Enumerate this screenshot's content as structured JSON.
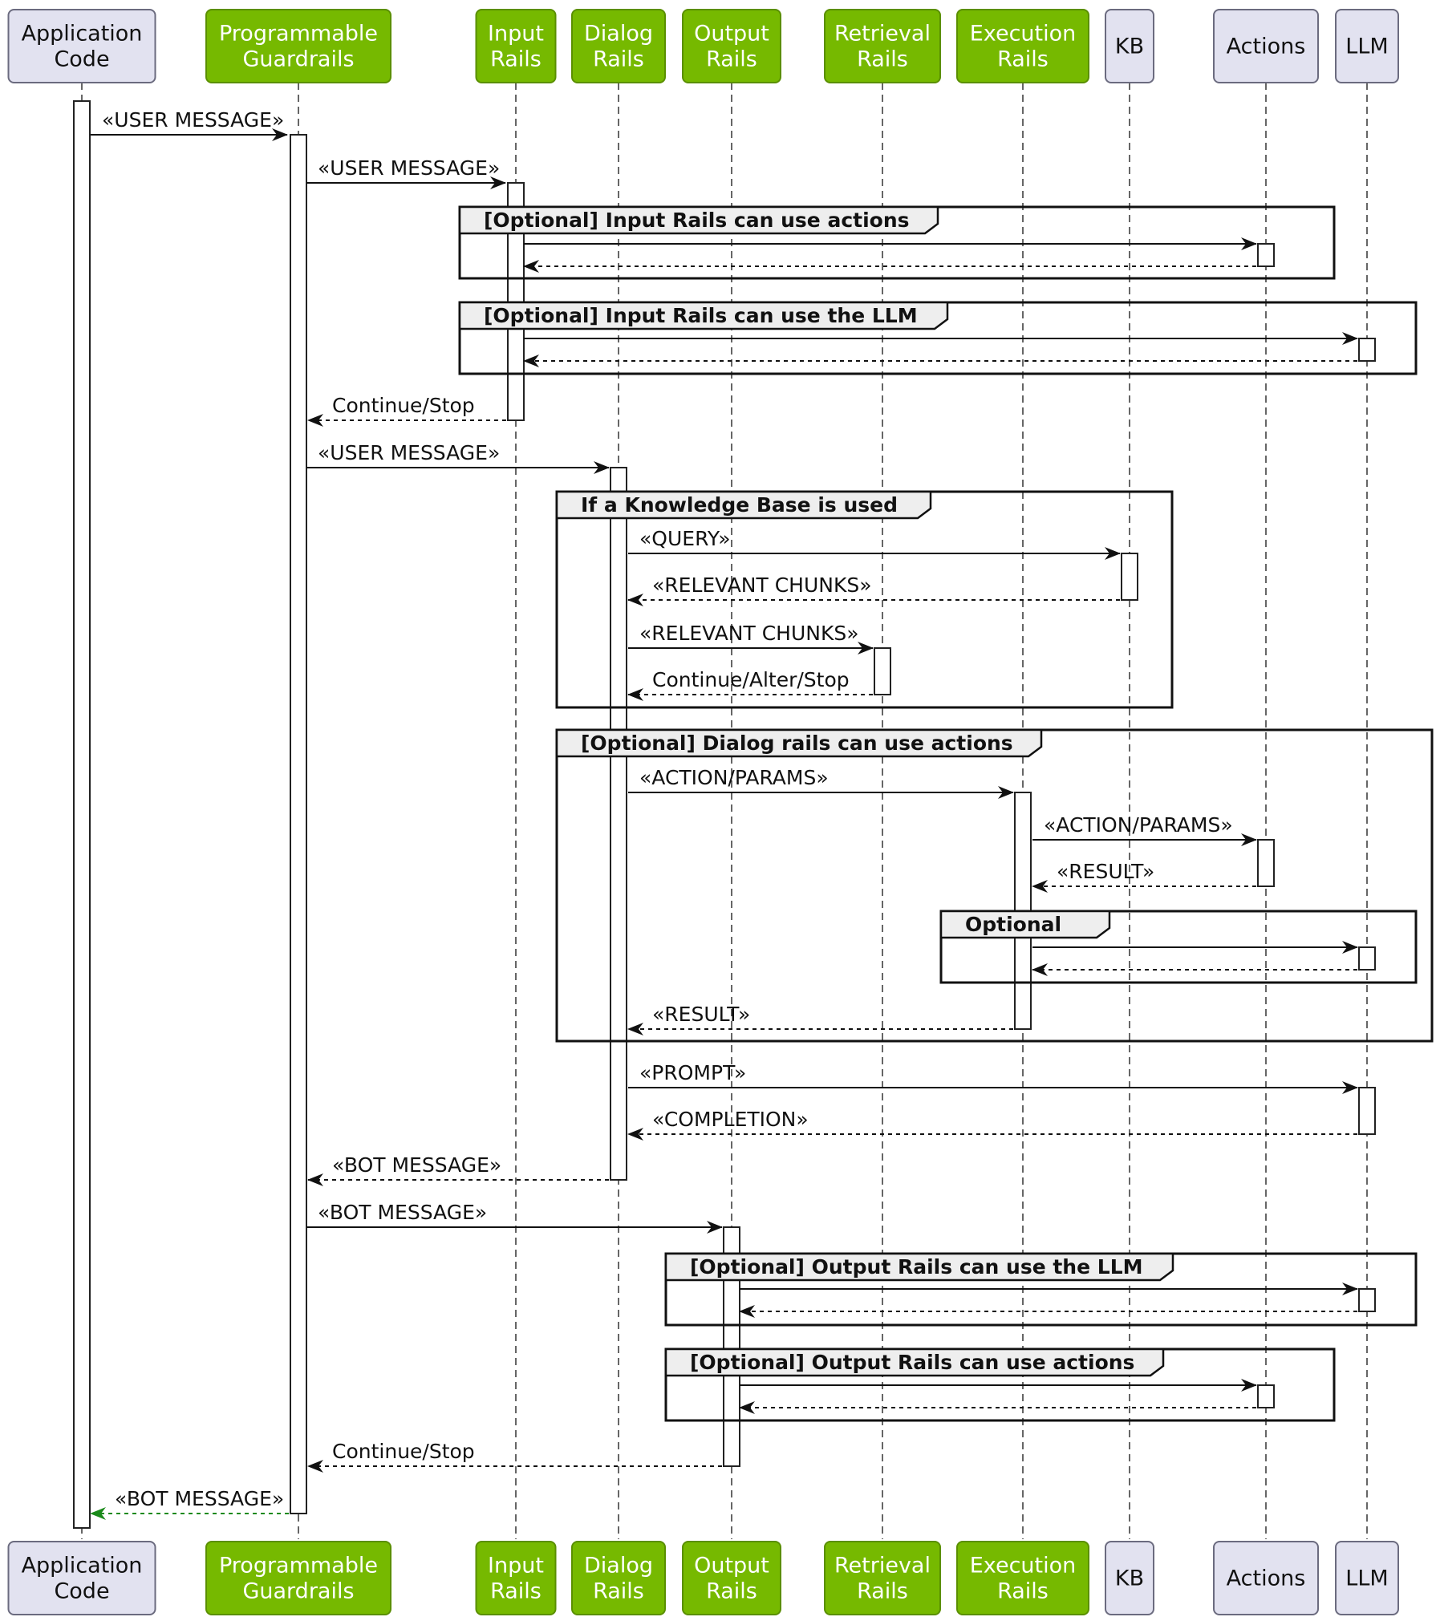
{
  "participants": [
    {
      "id": "app",
      "lines": [
        "Application",
        "Code"
      ],
      "style": "default"
    },
    {
      "id": "pg",
      "lines": [
        "Programmable",
        "Guardrails"
      ],
      "style": "green"
    },
    {
      "id": "input",
      "lines": [
        "Input",
        "Rails"
      ],
      "style": "green"
    },
    {
      "id": "dialog",
      "lines": [
        "Dialog",
        "Rails"
      ],
      "style": "green"
    },
    {
      "id": "output",
      "lines": [
        "Output",
        "Rails"
      ],
      "style": "green"
    },
    {
      "id": "retrieval",
      "lines": [
        "Retrieval",
        "Rails"
      ],
      "style": "green"
    },
    {
      "id": "execution",
      "lines": [
        "Execution",
        "Rails"
      ],
      "style": "green"
    },
    {
      "id": "kb",
      "lines": [
        "KB"
      ],
      "style": "default"
    },
    {
      "id": "actions",
      "lines": [
        "Actions"
      ],
      "style": "default"
    },
    {
      "id": "llm",
      "lines": [
        "LLM"
      ],
      "style": "default"
    }
  ],
  "colors": {
    "green_fill": "#76b900",
    "green_border": "#5a8f00",
    "default_fill": "#e2e2f0",
    "default_border": "#6b6b7f",
    "line": "#111111",
    "return_highlight": "#1a8a1a"
  },
  "messages": [
    {
      "from": "app",
      "to": "pg",
      "label": "«USER MESSAGE»",
      "type": "sync"
    },
    {
      "from": "pg",
      "to": "input",
      "label": "«USER MESSAGE»",
      "type": "sync"
    },
    {
      "from": "input",
      "to": "actions",
      "label": "",
      "type": "sync"
    },
    {
      "from": "actions",
      "to": "input",
      "label": "",
      "type": "return"
    },
    {
      "from": "input",
      "to": "llm",
      "label": "",
      "type": "sync"
    },
    {
      "from": "llm",
      "to": "input",
      "label": "",
      "type": "return"
    },
    {
      "from": "input",
      "to": "pg",
      "label": "Continue/Stop",
      "type": "return"
    },
    {
      "from": "pg",
      "to": "dialog",
      "label": "«USER MESSAGE»",
      "type": "sync"
    },
    {
      "from": "dialog",
      "to": "kb",
      "label": "«QUERY»",
      "type": "sync"
    },
    {
      "from": "kb",
      "to": "dialog",
      "label": "«RELEVANT CHUNKS»",
      "type": "return"
    },
    {
      "from": "dialog",
      "to": "retrieval",
      "label": "«RELEVANT CHUNKS»",
      "type": "sync"
    },
    {
      "from": "retrieval",
      "to": "dialog",
      "label": "Continue/Alter/Stop",
      "type": "return"
    },
    {
      "from": "dialog",
      "to": "execution",
      "label": "«ACTION/PARAMS»",
      "type": "sync"
    },
    {
      "from": "execution",
      "to": "actions",
      "label": "«ACTION/PARAMS»",
      "type": "sync"
    },
    {
      "from": "actions",
      "to": "execution",
      "label": "«RESULT»",
      "type": "return"
    },
    {
      "from": "execution",
      "to": "llm",
      "label": "",
      "type": "sync"
    },
    {
      "from": "llm",
      "to": "execution",
      "label": "",
      "type": "return"
    },
    {
      "from": "execution",
      "to": "dialog",
      "label": "«RESULT»",
      "type": "return"
    },
    {
      "from": "dialog",
      "to": "llm",
      "label": "«PROMPT»",
      "type": "sync"
    },
    {
      "from": "llm",
      "to": "dialog",
      "label": "«COMPLETION»",
      "type": "return"
    },
    {
      "from": "dialog",
      "to": "pg",
      "label": "«BOT MESSAGE»",
      "type": "return"
    },
    {
      "from": "pg",
      "to": "output",
      "label": "«BOT MESSAGE»",
      "type": "sync"
    },
    {
      "from": "output",
      "to": "llm",
      "label": "",
      "type": "sync"
    },
    {
      "from": "llm",
      "to": "output",
      "label": "",
      "type": "return"
    },
    {
      "from": "output",
      "to": "actions",
      "label": "",
      "type": "sync"
    },
    {
      "from": "actions",
      "to": "output",
      "label": "",
      "type": "return"
    },
    {
      "from": "output",
      "to": "pg",
      "label": "Continue/Stop",
      "type": "return"
    },
    {
      "from": "pg",
      "to": "app",
      "label": "«BOT MESSAGE»",
      "type": "return",
      "color": "return_highlight"
    }
  ],
  "frames": [
    {
      "title": "[Optional] Input Rails can use actions"
    },
    {
      "title": "[Optional] Input Rails can use the LLM"
    },
    {
      "title": "If a Knowledge Base is used"
    },
    {
      "title": "[Optional] Dialog rails can use actions"
    },
    {
      "title": "Optional"
    },
    {
      "title": "[Optional] Output Rails can use the LLM"
    },
    {
      "title": "[Optional] Output Rails can use actions"
    }
  ]
}
